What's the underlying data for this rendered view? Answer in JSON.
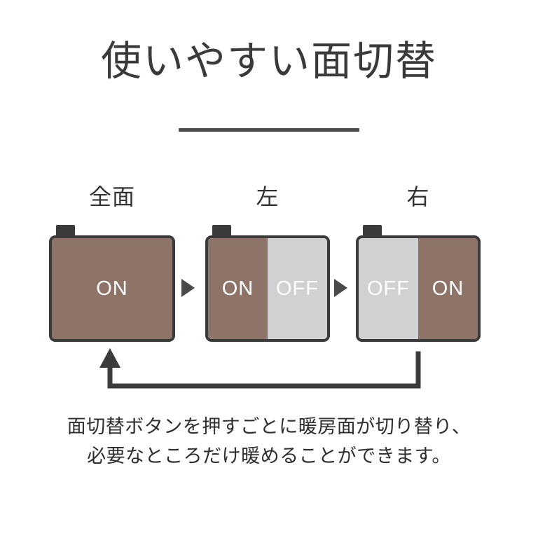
{
  "header": {
    "title": "使いやすい面切替",
    "divider": true
  },
  "diagram": {
    "type": "cycle",
    "accent_brown": "#8E7368",
    "accent_gray": "#D0D1D2",
    "outline_color": "#3B3B3B",
    "panels": [
      {
        "label": "全面",
        "mode": "full",
        "segments": [
          {
            "side": "full",
            "state": "ON"
          }
        ]
      },
      {
        "label": "左",
        "mode": "left",
        "segments": [
          {
            "side": "left",
            "state": "ON"
          },
          {
            "side": "right",
            "state": "OFF"
          }
        ]
      },
      {
        "label": "右",
        "mode": "right",
        "segments": [
          {
            "side": "left",
            "state": "OFF"
          },
          {
            "side": "right",
            "state": "ON"
          }
        ]
      }
    ],
    "step_arrows": 2,
    "loop_back_arrow": true
  },
  "caption": {
    "line1": "面切替ボタンを押すごとに暖房面が切り替り、",
    "line2": "必要なところだけ暖めることができます。"
  }
}
